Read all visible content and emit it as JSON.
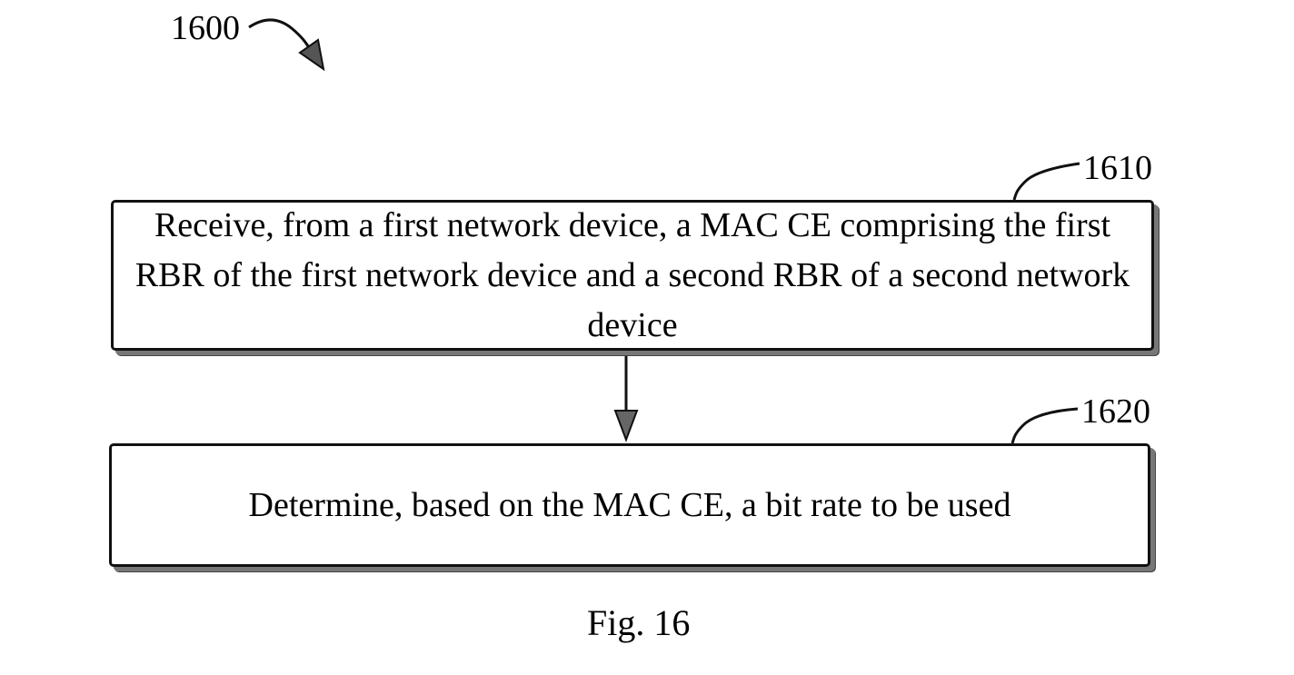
{
  "figure": {
    "ref_number": "1600",
    "caption": "Fig. 16"
  },
  "steps": [
    {
      "ref": "1610",
      "text": "Receive, from a first network device, a MAC CE comprising the first RBR of the first network device and a second RBR of a second network device"
    },
    {
      "ref": "1620",
      "text": "Determine, based on the MAC CE, a bit rate to be used"
    }
  ],
  "colors": {
    "line": "#111111",
    "shadow": "#777777",
    "background": "#ffffff"
  }
}
